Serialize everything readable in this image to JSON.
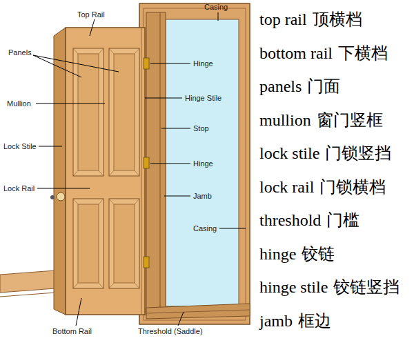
{
  "diagram": {
    "labels": [
      "Top Rail",
      "Casing",
      "Panels",
      "Hinge",
      "Mullion",
      "Hinge Stile",
      "Stop",
      "Lock Stile",
      "Hinge",
      "Lock Rail",
      "Jamb",
      "Casing",
      "Bottom Rail",
      "Threshold (Saddle)",
      "top rail",
      "顶横档",
      "bottom rail",
      "下横档",
      "panels",
      "门面",
      "mullion",
      "窗门竖框",
      "lock stile",
      "门锁竖挡",
      "lock rail",
      "门锁横档",
      "threshold",
      "门槛",
      "hinge",
      "铰链",
      "hinge stile",
      "铰链竖挡",
      "jamb",
      "框边"
    ]
  }
}
